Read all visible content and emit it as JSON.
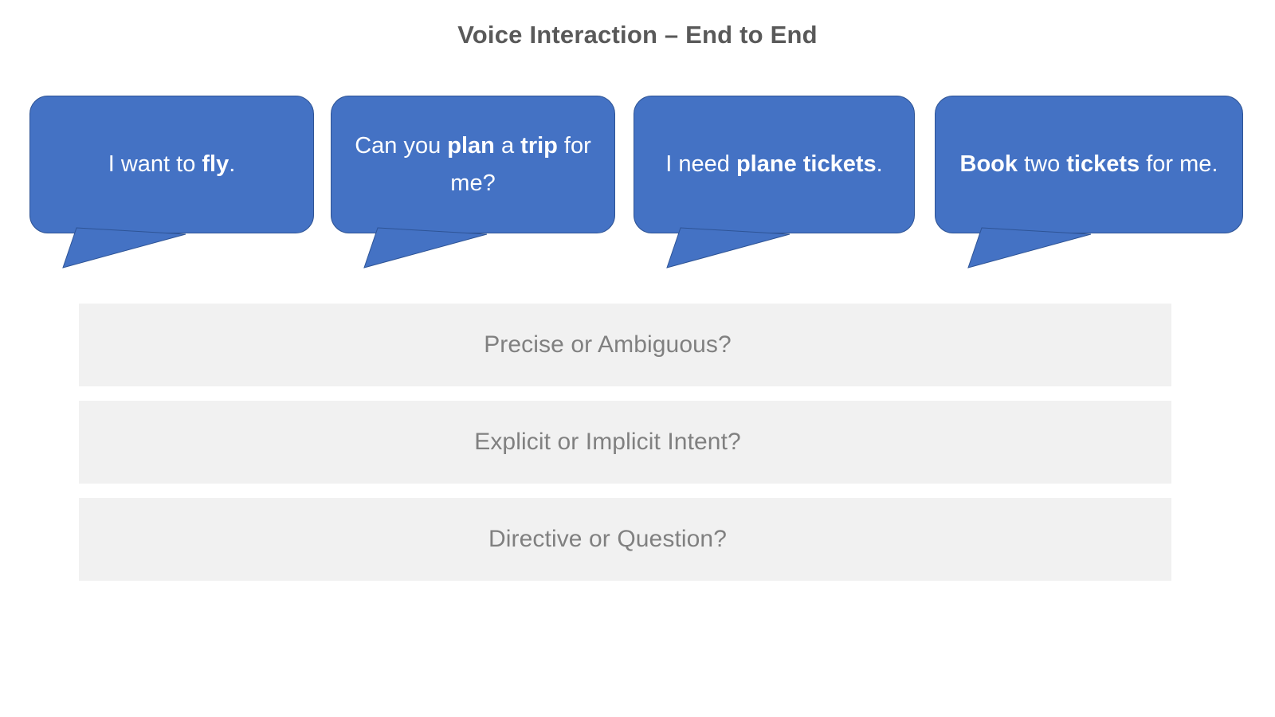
{
  "slide": {
    "title": "Voice Interaction – End to End",
    "background_color": "#FFFFFF",
    "title_color": "#595959"
  },
  "colors": {
    "bubble_fill": "#4472C4",
    "bubble_stroke": "#2E5496",
    "bubble_text": "#FFFFFF",
    "bar_fill": "#F1F1F1",
    "bar_text": "#808080"
  },
  "utterances": [
    {
      "id": "utterance-1",
      "text": "I want to fly.",
      "segments": [
        {
          "text": "I want to ",
          "bold": false
        },
        {
          "text": "fly",
          "bold": true
        },
        {
          "text": ".",
          "bold": false
        }
      ]
    },
    {
      "id": "utterance-2",
      "text": "Can you plan a trip for me?",
      "segments": [
        {
          "text": "Can you ",
          "bold": false
        },
        {
          "text": "plan",
          "bold": true
        },
        {
          "text": " a ",
          "bold": false
        },
        {
          "text": "trip",
          "bold": true
        },
        {
          "text": " for me?",
          "bold": false
        }
      ]
    },
    {
      "id": "utterance-3",
      "text": "I need plane tickets.",
      "segments": [
        {
          "text": "I need ",
          "bold": false
        },
        {
          "text": "plane tickets",
          "bold": true
        },
        {
          "text": ".",
          "bold": false
        }
      ]
    },
    {
      "id": "utterance-4",
      "text": "Book two tickets for me.",
      "segments": [
        {
          "text": "Book",
          "bold": true
        },
        {
          "text": " two ",
          "bold": false
        },
        {
          "text": "tickets",
          "bold": true
        },
        {
          "text": " for me.",
          "bold": false
        }
      ]
    }
  ],
  "questions": [
    {
      "id": "question-precise-ambiguous",
      "label": "Precise or Ambiguous?"
    },
    {
      "id": "question-explicit-implicit",
      "label": "Explicit or Implicit Intent?"
    },
    {
      "id": "question-directive-question",
      "label": "Directive or Question?"
    }
  ]
}
